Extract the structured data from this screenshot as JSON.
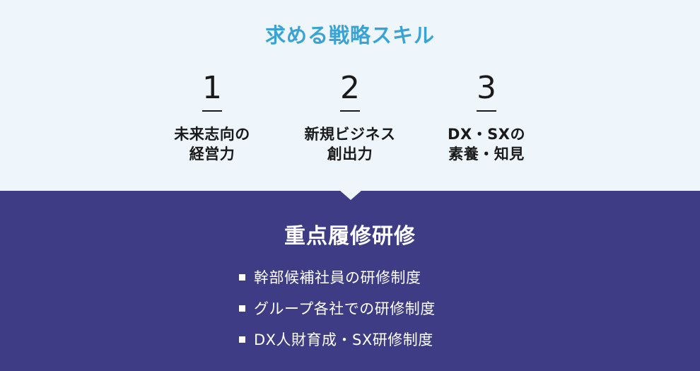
{
  "colors": {
    "title_accent": "#3aa3d4",
    "bottom_bg": "#3d3c84"
  },
  "skills_section": {
    "title": "求める戦略スキル",
    "items": [
      {
        "number": "1",
        "label": "未来志向の\n経営力"
      },
      {
        "number": "2",
        "label": "新規ビジネス\n創出力"
      },
      {
        "number": "3",
        "label": "DX・SXの\n素養・知見"
      }
    ]
  },
  "training_section": {
    "title": "重点履修研修",
    "items": [
      {
        "label": "幹部候補社員の研修制度"
      },
      {
        "label": "グループ各社での研修制度"
      },
      {
        "label": "DX人財育成・SX研修制度"
      }
    ]
  }
}
